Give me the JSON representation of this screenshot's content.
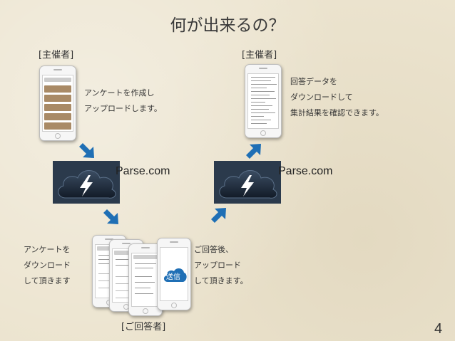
{
  "title": "何が出来るの？",
  "roles": {
    "organizer_left": "[主催者]",
    "organizer_right": "[主催者]",
    "respondent": "[ご回答者]"
  },
  "descriptions": {
    "create_upload": "アンケートを作成し\nアップロードします。",
    "download_aggregate": "回答データを\nダウンロードして\n集計結果を確認できます。",
    "respondent_download": "アンケートを\nダウンロード\nして頂きます",
    "respondent_upload": "ご回答後、\nアップロード\nして頂きます。"
  },
  "services": {
    "left": "Parse.com",
    "right": "Parse.com"
  },
  "send_badge": "送信",
  "page_number": "4",
  "colors": {
    "arrow": "#1f6fb5",
    "cloud_dark": "#1d2a3a",
    "background": "#ece4cf"
  }
}
